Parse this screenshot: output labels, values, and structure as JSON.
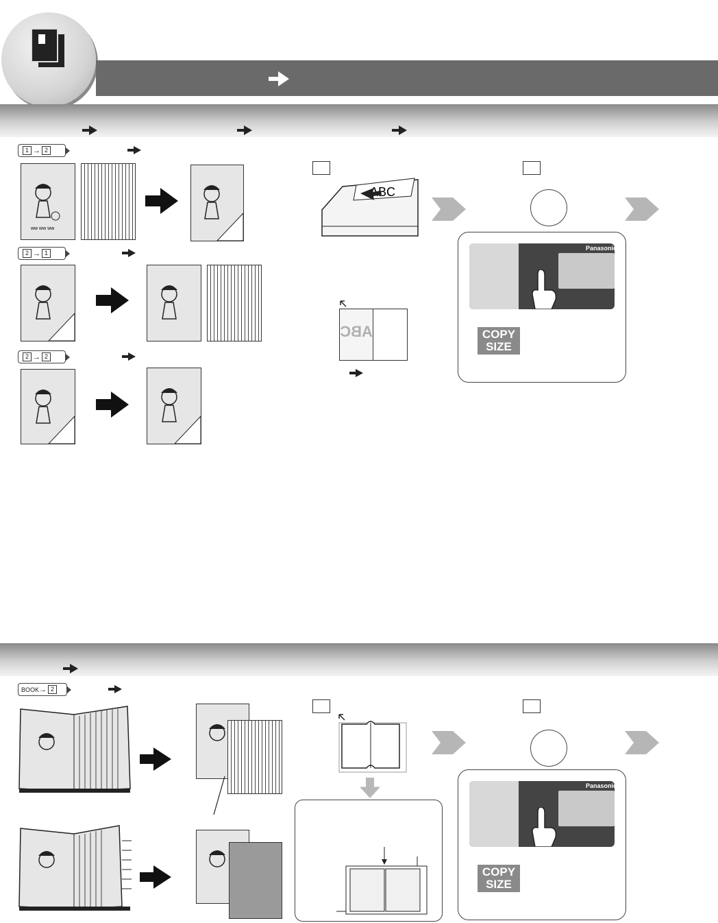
{
  "header": {
    "icon": "document-pages-icon",
    "arrow": "right-arrow-icon"
  },
  "section1": {
    "tags": [
      {
        "left": "1",
        "right": "2"
      },
      {
        "left": "2",
        "right": "1"
      },
      {
        "left": "2",
        "right": "2"
      }
    ],
    "step_a": {
      "original_text": "ABC",
      "preview_text": "ABC"
    },
    "step_b": {
      "copy_size_line1": "COPY",
      "copy_size_line2": "SIZE",
      "brand": "Panasonic"
    }
  },
  "section2": {
    "tag": {
      "left": "BOOK",
      "right": "2"
    },
    "step_b": {
      "copy_size_line1": "COPY",
      "copy_size_line2": "SIZE",
      "brand": "Panasonic"
    }
  },
  "colors": {
    "title_bar": "#6a6a6a",
    "chevron": "#b6b6b6",
    "copy_size_bg": "#8a8a8a"
  }
}
